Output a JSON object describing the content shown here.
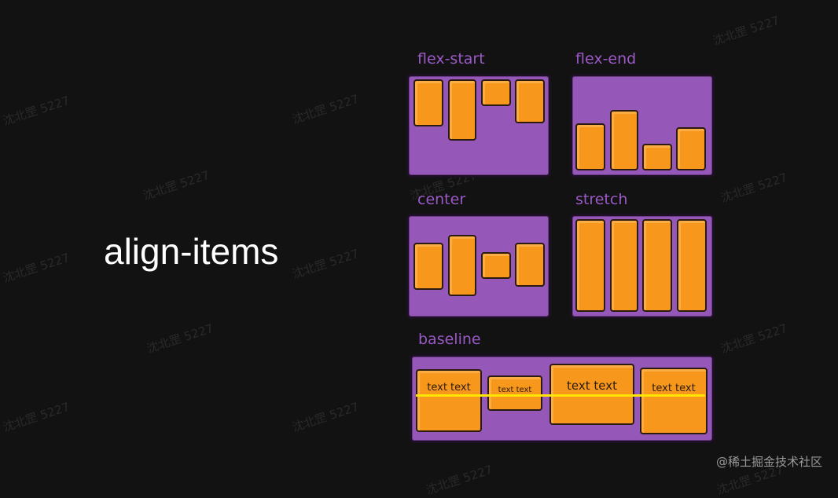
{
  "slide": {
    "title": "align-items",
    "background_color": "#121212"
  },
  "colors": {
    "panel": "#9557b8",
    "panel_label": "#9b59c6",
    "item": "#f7981c",
    "outline": "#2a1a10",
    "baseline_line": "#ffe500"
  },
  "panels": [
    {
      "label": "flex-start",
      "alignment": "items aligned to top"
    },
    {
      "label": "flex-end",
      "alignment": "items aligned to bottom"
    },
    {
      "label": "center",
      "alignment": "items vertically centered"
    },
    {
      "label": "stretch",
      "alignment": "items stretched to full height"
    },
    {
      "label": "baseline",
      "alignment": "items aligned by text baseline",
      "items": [
        {
          "text": "text text"
        },
        {
          "text": "text text"
        },
        {
          "text": "text text"
        },
        {
          "text": "text text"
        }
      ]
    }
  ],
  "watermark": {
    "text": "沈北罡 5227"
  },
  "credit": "@稀土掘金技术社区"
}
